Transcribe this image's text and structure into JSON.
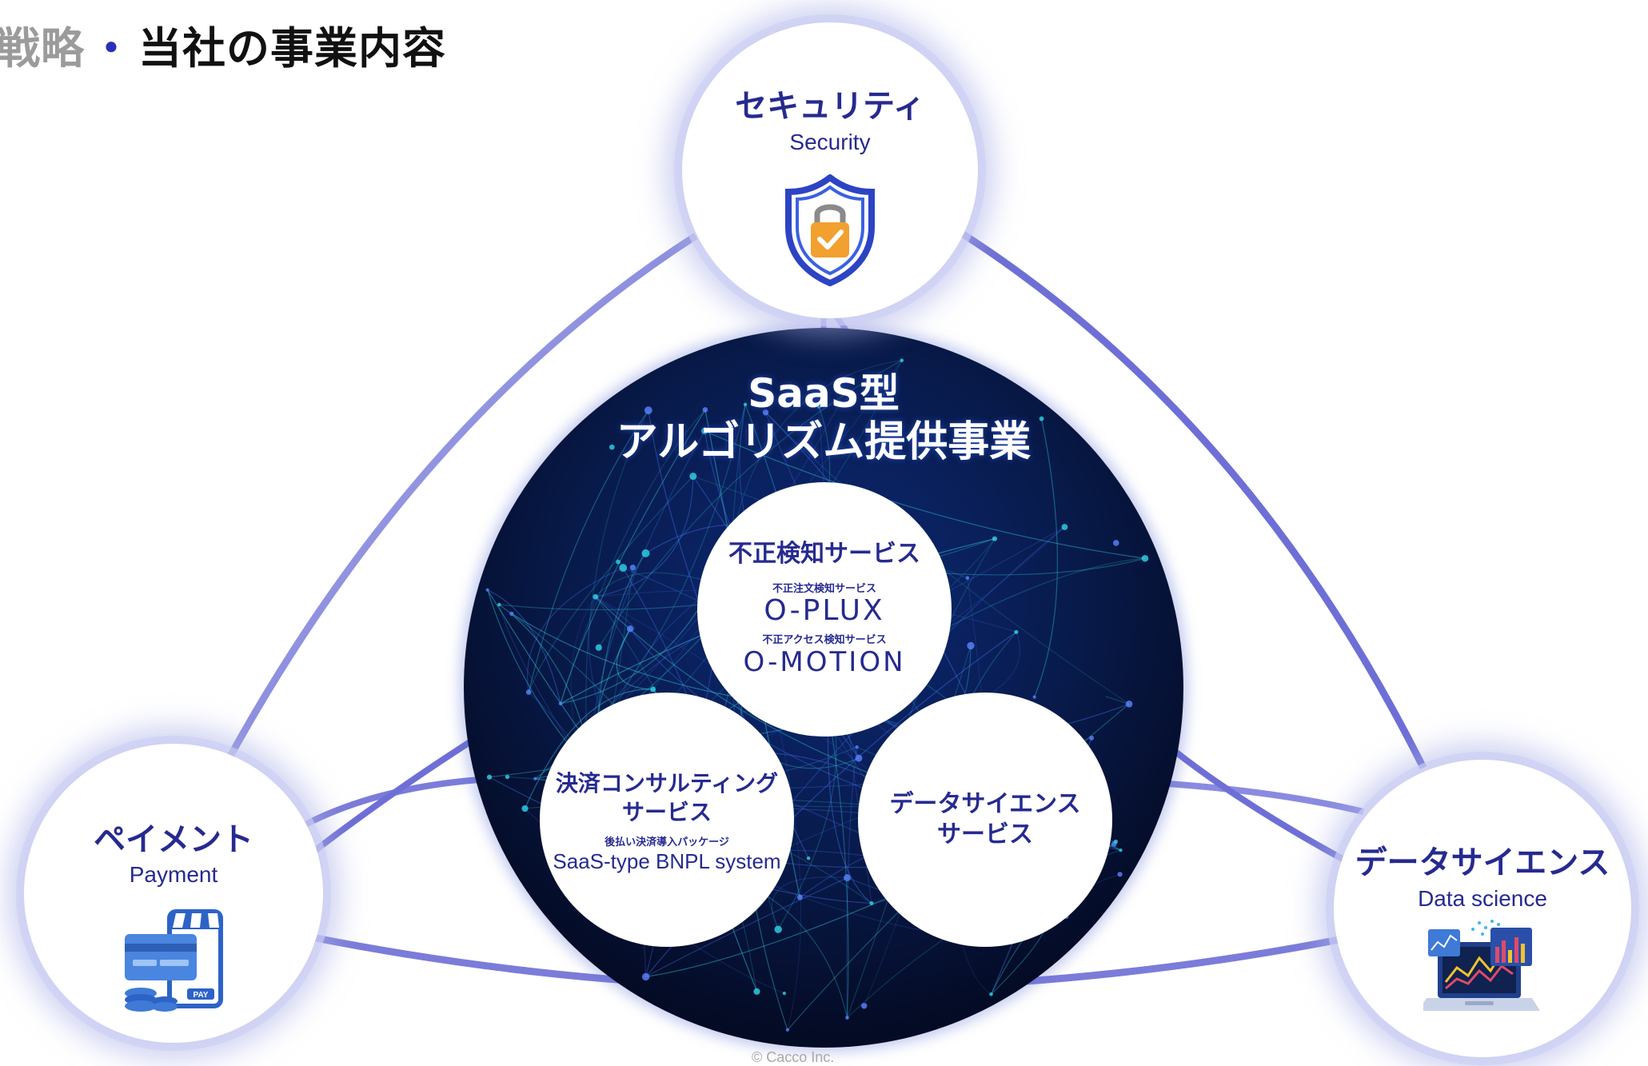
{
  "header": {
    "title_prefix": "戦略",
    "title_separator": "・",
    "title": "当社の事業内容"
  },
  "colors": {
    "heading_navy": "#262a8f",
    "connector": "#6e6fd6",
    "hub_dark": "#040b25",
    "network_cyan": "#2fd6e8"
  },
  "pillars": {
    "security": {
      "label": "セキュリティ",
      "label_en": "Security",
      "icon": "shield-lock-icon"
    },
    "payment": {
      "label": "ペイメント",
      "label_en": "Payment",
      "icon": "credit-card-pay-icon"
    },
    "datascience": {
      "label": "データサイエンス",
      "label_en": "Data science",
      "icon": "laptop-charts-icon"
    }
  },
  "hub": {
    "title_line1": "SaaS型",
    "title_line2": "アルゴリズム提供事業"
  },
  "services": {
    "fraud": {
      "name": "不正検知サービス",
      "oplux_caption": "不正注文検知サービス",
      "oplux_logo": "O-PLUX",
      "omotion_caption": "不正アクセス検知サービス",
      "omotion_logo": "O-MOTION"
    },
    "payment_consulting": {
      "name_line1": "決済コンサルティング",
      "name_line2": "サービス",
      "caption": "後払い決済導入パッケージ",
      "product": "SaaS-type BNPL system"
    },
    "datascience": {
      "name_line1": "データサイエンス",
      "name_line2": "サービス"
    }
  },
  "footer": {
    "copyright": "© Cacco Inc."
  }
}
